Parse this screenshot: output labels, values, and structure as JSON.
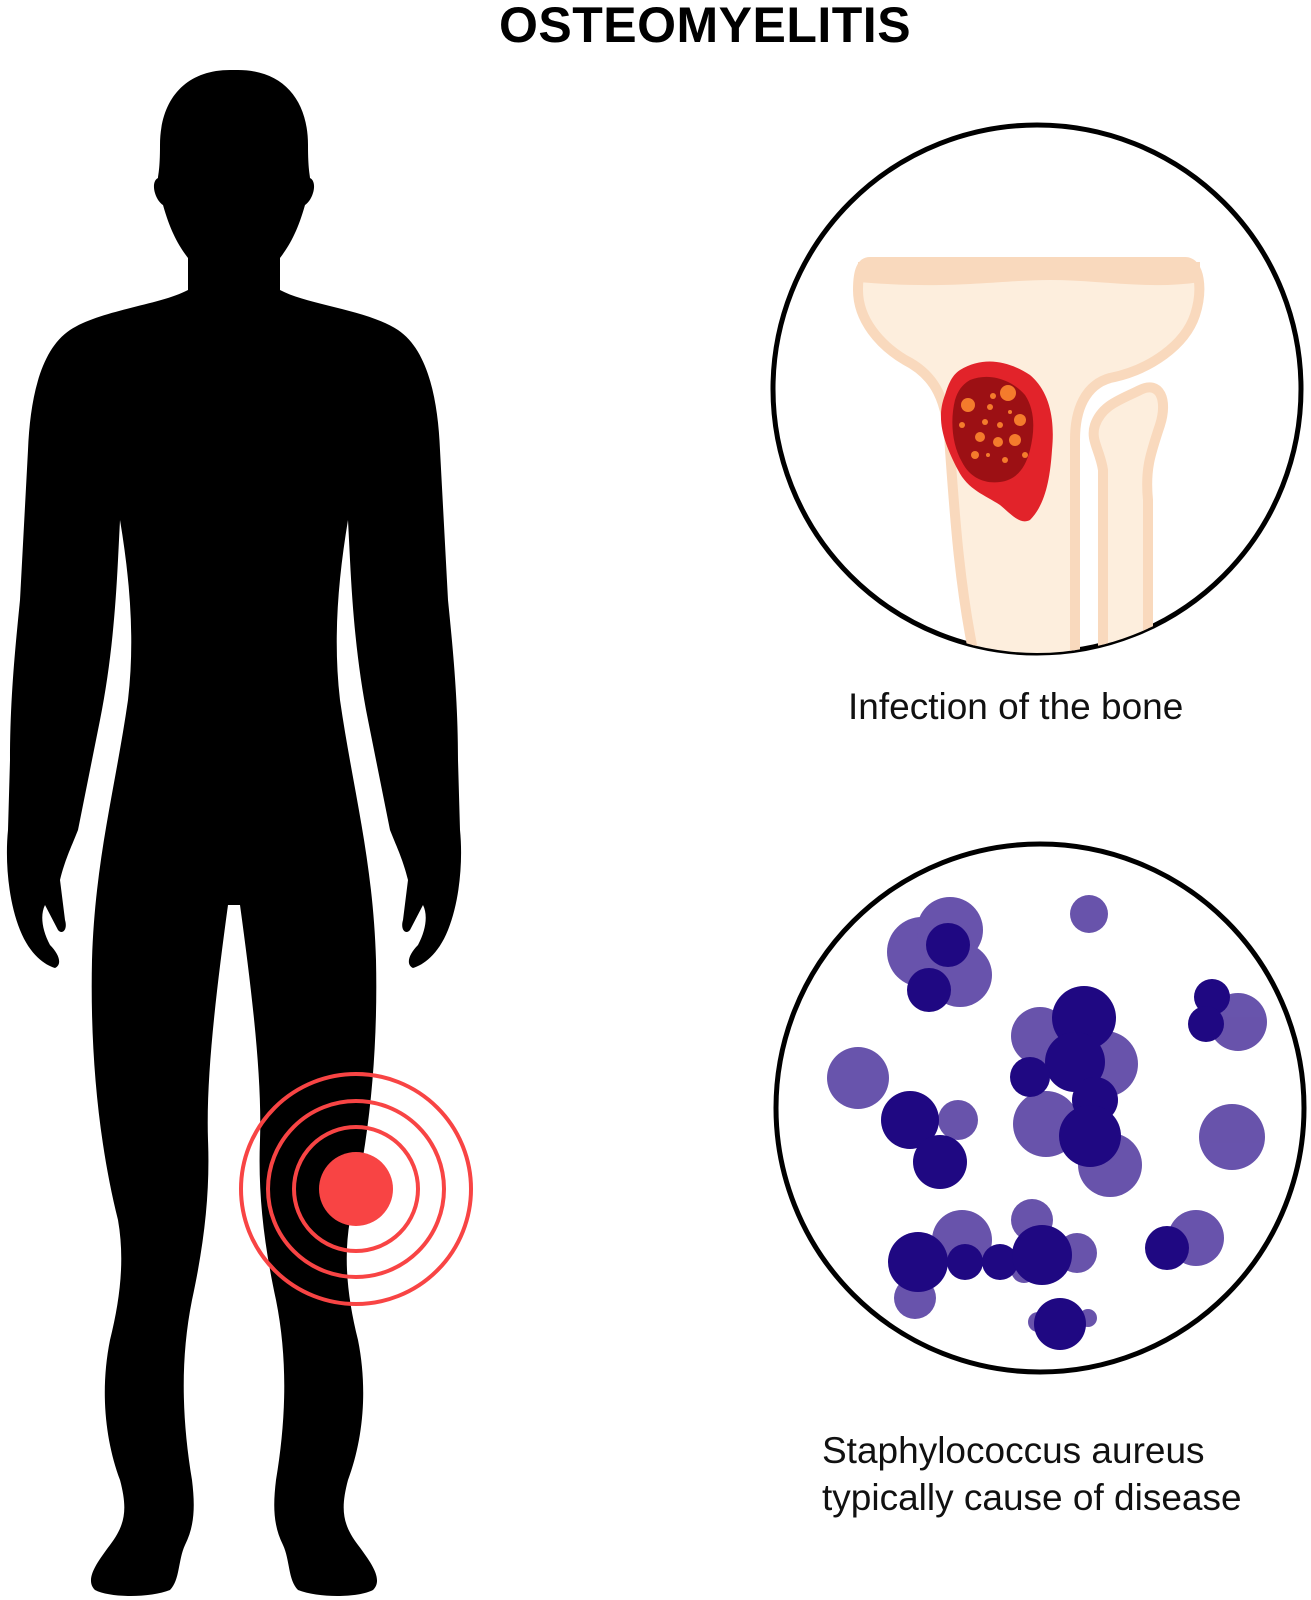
{
  "title": "OSTEOMYELITIS",
  "bone_panel": {
    "caption": "Infection of the bone"
  },
  "bacteria_panel": {
    "caption_line1": "Staphylococcus aureus",
    "caption_line2": "typically cause of disease"
  },
  "colors": {
    "silhouette": "#000000",
    "pain_marker": "#f84444",
    "bone": "#fdeedd",
    "bone_outline": "#f9d9bd",
    "infection": "#e2232a",
    "infection_core": "#9c1014",
    "infection_spots": "#f47b2c",
    "bacteria_light": "#5841a3",
    "bacteria_dark": "#1f0882"
  },
  "icons": [
    "human-silhouette",
    "pain-target-icon",
    "bone-cross-section",
    "bacteria-cluster"
  ]
}
